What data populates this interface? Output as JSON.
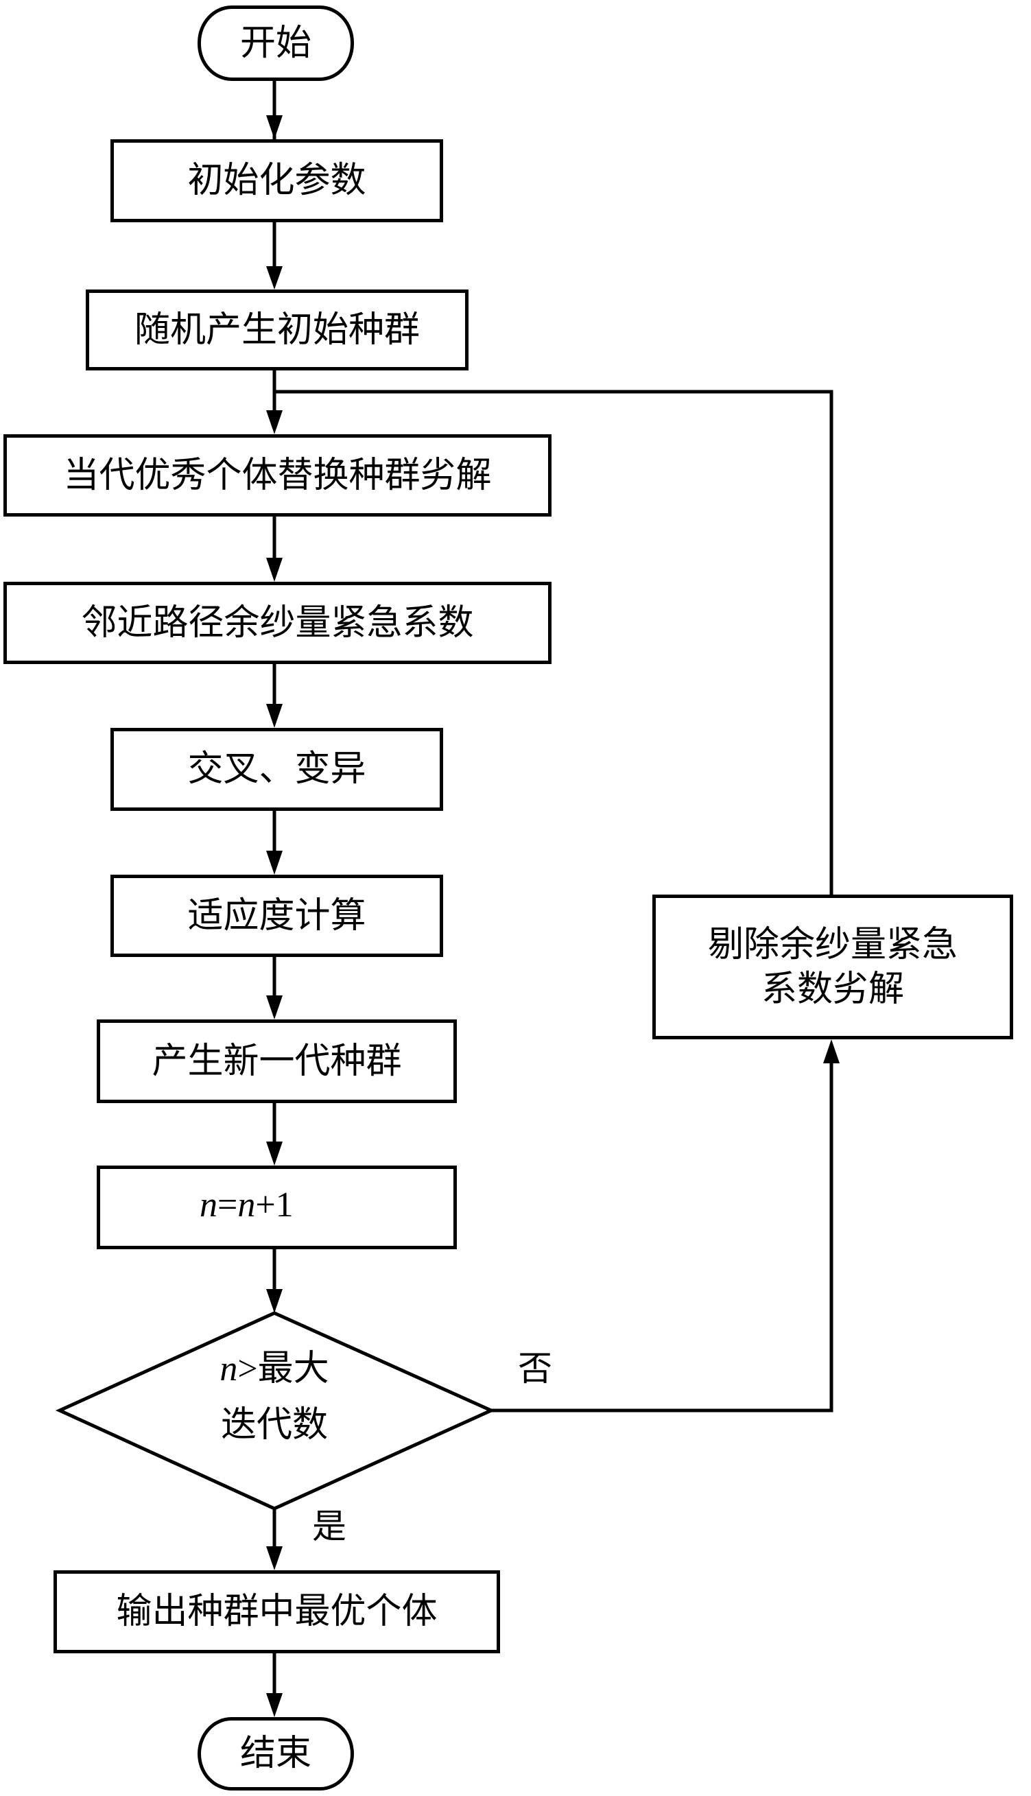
{
  "flowchart": {
    "start": "开始",
    "steps": [
      "初始化参数",
      "随机产生初始种群",
      "当代优秀个体替换种群劣解",
      "邻近路径余纱量紧急系数",
      "交叉、变异",
      "适应度计算",
      "产生新一代种群"
    ],
    "increment": {
      "var": "n",
      "eq": "=",
      "var2": "n",
      "rest": "+1"
    },
    "decision": {
      "var": "n",
      "op": ">",
      "line1": "最大",
      "line2": "迭代数"
    },
    "no_label": "否",
    "yes_label": "是",
    "loop_step_line1": "剔除余纱量紧急",
    "loop_step_line2": "系数劣解",
    "output": "输出种群中最优个体",
    "end": "结束"
  }
}
